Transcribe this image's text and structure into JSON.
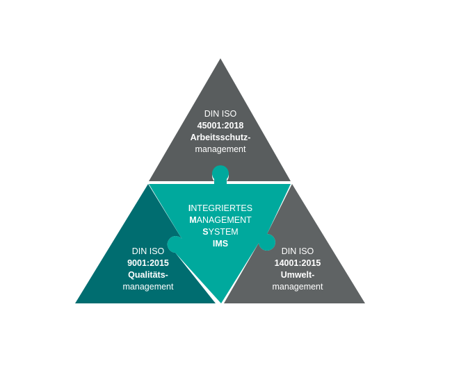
{
  "colors": {
    "gray_dark": "#595d5e",
    "gray_mid": "#6b6f70",
    "teal_dark": "#006d70",
    "teal_light": "#00a99d",
    "text": "#ffffff"
  },
  "top": {
    "line1": "DIN ISO",
    "line2": "45001:2018",
    "line3": "Arbeitsschutz-",
    "line4": "management"
  },
  "center": {
    "l1_initial": "I",
    "l1_rest": "NTEGRIERTES",
    "l2_initial": "M",
    "l2_rest": "ANAGEMENT",
    "l3_initial": "S",
    "l3_rest": "YSTEM",
    "l4": "IMS"
  },
  "left": {
    "line1": "DIN ISO",
    "line2": "9001:2015",
    "line3": "Qualitäts-",
    "line4": "management"
  },
  "right": {
    "line1": "DIN ISO",
    "line2": "14001:2015",
    "line3": "Umwelt-",
    "line4": "management"
  }
}
